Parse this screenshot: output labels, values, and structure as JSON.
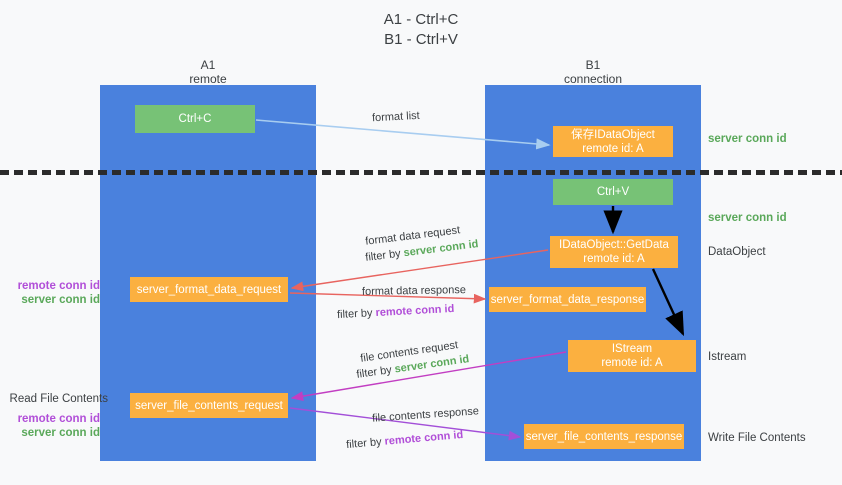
{
  "title": {
    "line1": "A1 - Ctrl+C",
    "line2": "B1 - Ctrl+V"
  },
  "columns": [
    {
      "id": "a1",
      "name": "A1",
      "sub": "remote",
      "color": "#4a81dd"
    },
    {
      "id": "b1",
      "name": "B1",
      "sub": "connection",
      "color": "#4a81dd"
    }
  ],
  "colors": {
    "lane": "#4a81dd",
    "green_box": "#77c276",
    "orange_box": "#fbb040",
    "server_conn": "#5aa85a",
    "remote_conn": "#b14fd8",
    "arrow_blue": "#a8cdf0",
    "arrow_red": "#e8645f",
    "arrow_magenta": "#c23ec2",
    "arrow_purple": "#a34fd8",
    "arrow_black": "#000000",
    "dashed": "#2b2b2b",
    "background": "#f8f9fa"
  },
  "boxes": {
    "ctrl_c": "Ctrl+C",
    "ctrl_v": "Ctrl+V",
    "idataobject_l1": "保存IDataObject",
    "idataobject_l2": "remote id: A",
    "getdata_l1": "IDataObject::GetData",
    "getdata_l2": "remote id: A",
    "istream_l1": "IStream",
    "istream_l2": "remote id: A",
    "server_format_data_request": "server_format_data_request",
    "server_format_data_response": "server_format_data_response",
    "server_file_contents_request": "server_file_contents_request",
    "server_file_contents_response": "server_file_contents_response"
  },
  "side_labels": {
    "server_conn_id_top": "server conn id",
    "server_conn_id_mid": "server conn id",
    "dataobject": "DataObject",
    "istream": "Istream",
    "write_file_contents": "Write File Contents",
    "read_file_contents": "Read File Contents",
    "remote_conn_id": "remote conn id",
    "server_conn_id": "server conn id"
  },
  "edges": {
    "format_list": "format list",
    "format_data_request": "format data request",
    "format_data_request_filter_prefix": "filter by ",
    "format_data_request_filter_key": "server conn id",
    "format_data_response": "format data response",
    "format_data_response_filter_prefix": "filter by ",
    "format_data_response_filter_key": "remote conn id",
    "file_contents_request": "file contents request",
    "file_contents_request_filter_prefix": "filter by ",
    "file_contents_request_filter_key": "server conn id",
    "file_contents_response": "file contents response",
    "file_contents_response_filter_prefix": "filter by ",
    "file_contents_response_filter_key": "remote conn id"
  }
}
